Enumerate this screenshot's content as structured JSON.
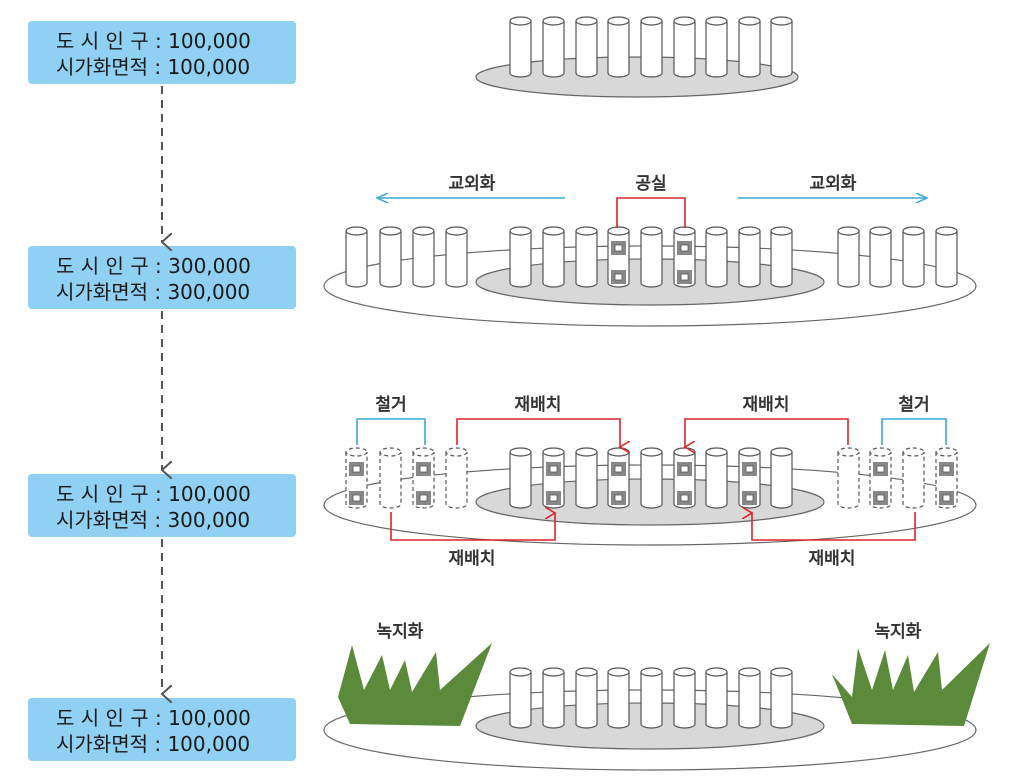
{
  "stages": [
    {
      "population": "도 시 인 구 : 100,000",
      "area": "시가화면적 : 100,000"
    },
    {
      "population": "도 시 인 구 : 300,000",
      "area": "시가화면적 : 300,000"
    },
    {
      "population": "도 시 인 구 : 100,000",
      "area": "시가화면적 : 300,000"
    },
    {
      "population": "도 시 인 구 : 100,000",
      "area": "시가화면적 : 100,000"
    }
  ],
  "labels": {
    "suburbanization_left": "교외화",
    "vacancy": "공실",
    "suburbanization_right": "교외화",
    "demolition_left": "철거",
    "relocation_top_left": "재배치",
    "relocation_top_right": "재배치",
    "demolition_right": "철거",
    "relocation_bottom_left": "재배치",
    "relocation_bottom_right": "재배치",
    "greening_left": "녹지화",
    "greening_right": "녹지화"
  },
  "colors": {
    "box_fill": "#8fd0f3",
    "arrow_blue": "#3aa8d6",
    "arrow_red": "#d9252a",
    "grass": "#5a8a3a",
    "inner_ellipse": "#d8d8d8"
  }
}
